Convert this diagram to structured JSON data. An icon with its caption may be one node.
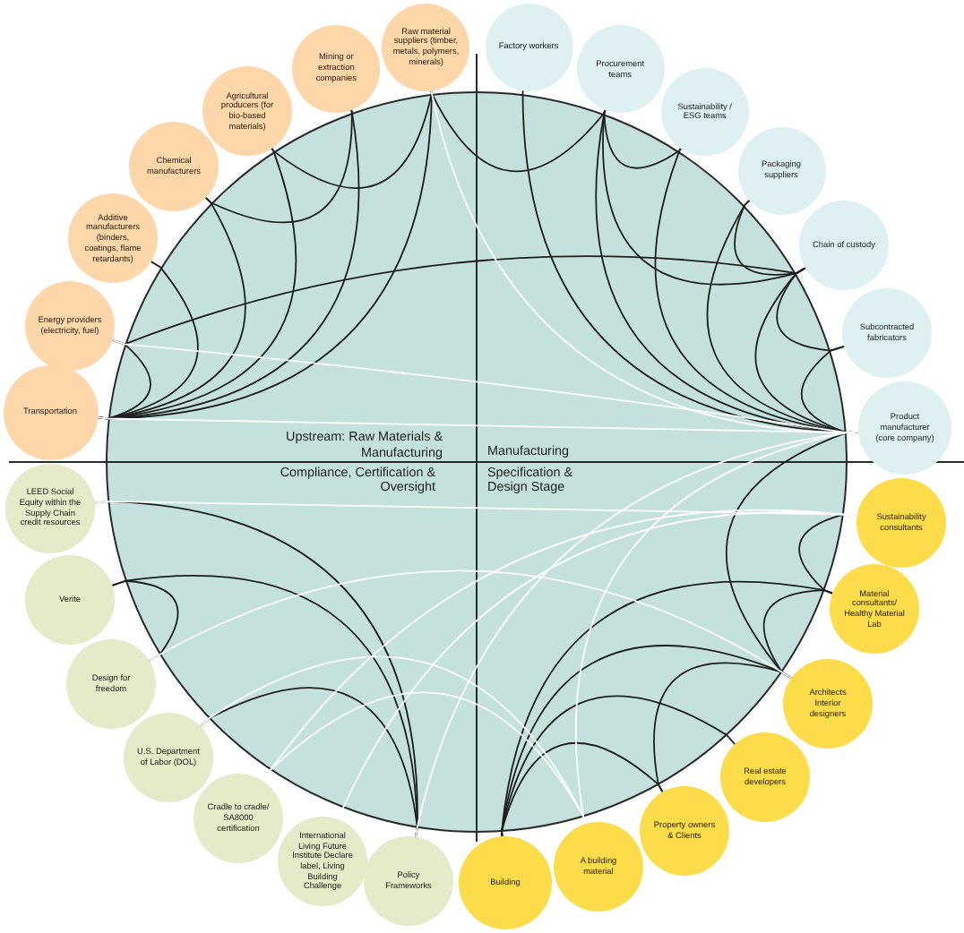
{
  "diagram": {
    "nodes": [
      {
        "text": [
          "Transportation"
        ]
      },
      {
        "text": [
          "Energy providers (electricity, fuel)"
        ]
      },
      {
        "text": [
          "Additive manufacturers (binders, coatings, flame retardants)"
        ]
      },
      {
        "text": [
          "Chemical manufacturers"
        ]
      },
      {
        "text": [
          "Agricultural producers (for bio-based materials)"
        ]
      },
      {
        "text": [
          "Mining or extraction companies"
        ]
      },
      {
        "text": [
          "Raw material suppliers (timber, metals, polymers, minerals)"
        ]
      },
      {
        "text": [
          "Factory workers"
        ]
      },
      {
        "text": [
          "Procurement teams"
        ]
      },
      {
        "text": [
          "Sustainability / ESG teams"
        ]
      },
      {
        "text": [
          "Packaging suppliers"
        ]
      },
      {
        "text": [
          "Chain of custody"
        ]
      },
      {
        "text": [
          "Subcontracted fabricators"
        ]
      },
      {
        "text": [
          "Product manufacturer (core company)"
        ]
      },
      {
        "text": [
          "Sustainability consultants"
        ]
      },
      {
        "text": [
          "Material consultants/ Healthy Material Lab"
        ]
      },
      {
        "text": [
          "Architects Interior designers"
        ]
      },
      {
        "text": [
          "Real estate developers"
        ]
      },
      {
        "text": [
          "Property owners & Clients"
        ]
      },
      {
        "text": [
          "A building material"
        ]
      },
      {
        "text": [
          "Building"
        ]
      },
      {
        "text": [
          "Policy Frameworks"
        ]
      },
      {
        "text": [
          "International Living Future Institute Declare label, Living Building Challenge"
        ]
      },
      {
        "text": [
          "Cradle to cradle/ SA8000 certification"
        ]
      },
      {
        "text": [
          "U.S. Department of Labor (DOL)"
        ]
      },
      {
        "text": [
          "Design for freedom"
        ]
      },
      {
        "text": [
          "Verite"
        ]
      },
      {
        "text": [
          "LEED Social Equity within the Supply Chain credit resources"
        ]
      }
    ],
    "edges": [
      {
        "from": 0,
        "to": 1,
        "arrow": "none"
      },
      {
        "from": 0,
        "to": 2,
        "arrow": "none"
      },
      {
        "from": 0,
        "to": 3,
        "arrow": "none"
      },
      {
        "from": 0,
        "to": 4,
        "arrow": "none"
      },
      {
        "from": 0,
        "to": 5,
        "arrow": "none"
      },
      {
        "from": 0,
        "to": 6,
        "arrow": "none"
      },
      {
        "from": 3,
        "to": 5,
        "arrow": "none"
      },
      {
        "from": 4,
        "to": 6,
        "arrow": "none"
      },
      {
        "from": 6,
        "to": 8,
        "arrow": "none"
      },
      {
        "from": 1,
        "to": 11,
        "arrow": "none"
      },
      {
        "from": 7,
        "to": 13,
        "arrow": "none"
      },
      {
        "from": 8,
        "to": 9,
        "arrow": "none"
      },
      {
        "from": 8,
        "to": 11,
        "arrow": "none"
      },
      {
        "from": 8,
        "to": 13,
        "arrow": "none"
      },
      {
        "from": 9,
        "to": 13,
        "arrow": "none"
      },
      {
        "from": 10,
        "to": 11,
        "arrow": "none"
      },
      {
        "from": 10,
        "to": 13,
        "arrow": "none"
      },
      {
        "from": 11,
        "to": 13,
        "arrow": "none"
      },
      {
        "from": 11,
        "to": 12,
        "arrow": "none"
      },
      {
        "from": 12,
        "to": 13,
        "arrow": "none"
      },
      {
        "from": 13,
        "to": 16,
        "arrow": "none"
      },
      {
        "from": 14,
        "to": 15,
        "arrow": "none"
      },
      {
        "from": 15,
        "to": 16,
        "arrow": "none"
      },
      {
        "from": 16,
        "to": 18,
        "arrow": "none"
      },
      {
        "from": 20,
        "to": 16,
        "arrow": "none"
      },
      {
        "from": 20,
        "to": 17,
        "arrow": "none"
      },
      {
        "from": 20,
        "to": 18,
        "arrow": "none"
      },
      {
        "from": 20,
        "to": 15,
        "arrow": "none"
      },
      {
        "from": 27,
        "to": 21,
        "arrow": "none"
      },
      {
        "from": 26,
        "to": 21,
        "arrow": "none"
      },
      {
        "from": 26,
        "to": 25,
        "arrow": "none"
      },
      {
        "from": 24,
        "to": 21,
        "arrow": "none"
      },
      {
        "from": 0,
        "to": 13,
        "arrow": "none",
        "color": "#ffffff"
      },
      {
        "from": 1,
        "to": 13,
        "arrow": "none",
        "color": "#ffffff"
      },
      {
        "from": 6,
        "to": 13,
        "arrow": "none",
        "color": "#ffffff"
      },
      {
        "from": 27,
        "to": 14,
        "arrow": "none",
        "color": "#ffffff"
      },
      {
        "from": 23,
        "to": 14,
        "arrow": "none",
        "color": "#ffffff"
      },
      {
        "from": 22,
        "to": 14,
        "arrow": "none",
        "color": "#ffffff"
      },
      {
        "from": 25,
        "to": 16,
        "arrow": "none",
        "color": "#ffffff"
      },
      {
        "from": 24,
        "to": 19,
        "arrow": "none",
        "color": "#ffffff"
      },
      {
        "from": 23,
        "to": 19,
        "arrow": "none",
        "color": "#ffffff"
      },
      {
        "from": 13,
        "to": 19,
        "arrow": "none",
        "color": "#ffffff"
      },
      {
        "from": 21,
        "to": 13,
        "arrow": "none",
        "color": "#ffffff"
      }
    ],
    "labels": [
      "Upstream: Raw Materials & Manufacturing",
      "Manufacturing",
      "Compliance, Certification & Oversight",
      "Specification & Design Stage"
    ]
  }
}
